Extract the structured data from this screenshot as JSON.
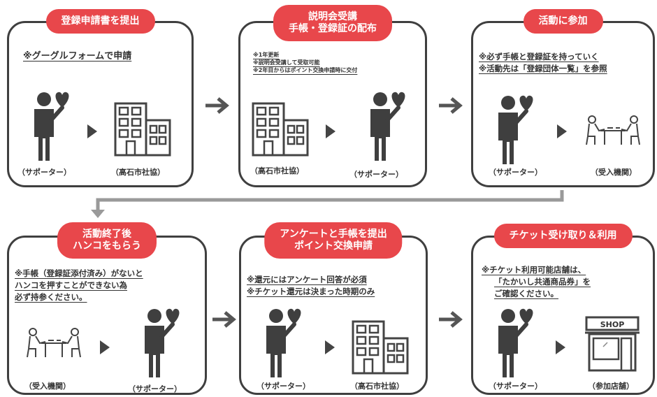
{
  "steps": [
    {
      "title": [
        "登録申請書を提出"
      ],
      "notes": [
        "※グーグルフォームで申請"
      ],
      "caption_left": "（サポーター）",
      "caption_right": "（高石市社協）"
    },
    {
      "title": [
        "説明会受講",
        "手帳・登録証の配布"
      ],
      "notes": [
        "※1年更新",
        "※説明会受講して受取可能",
        "※2年目からはポイント交換申請時に交付"
      ],
      "caption_left": "（高石市社協）",
      "caption_right": "（サポーター）"
    },
    {
      "title": [
        "活動に参加"
      ],
      "notes": [
        "※必ず手帳と登録証を持っていく",
        "※活動先は「登録団体一覧」を参照"
      ],
      "caption_left": "（サポーター）",
      "caption_right": "（受入機関）"
    },
    {
      "title": [
        "活動終了後",
        "ハンコをもらう"
      ],
      "notes": [
        "※手帳（登録証添付済み）がないと",
        "ハンコを押すことができない為",
        "必ず持参ください。"
      ],
      "caption_left": "（受入機関）",
      "caption_right": "（サポーター）"
    },
    {
      "title": [
        "アンケートと手帳を提出",
        "ポイント交換申請"
      ],
      "notes": [
        "※還元にはアンケート回答が必須",
        "※チケット還元は決まった時期のみ"
      ],
      "caption_left": "（サポーター）",
      "caption_right": "（高石市社協）"
    },
    {
      "title": [
        "チケット受け取り＆利用"
      ],
      "notes": [
        "※チケット利用可能店舗は、",
        "「たかいし共通商品券」を",
        "ご確認ください。"
      ],
      "caption_left": "（サポーター）",
      "caption_right": "（参加店舗）",
      "shop_sign": "SHOP"
    }
  ],
  "icons": [
    "person-heart-icon",
    "building-icon",
    "meeting-table-icon",
    "shop-icon",
    "arrow-right-icon",
    "triangle-right-icon"
  ]
}
